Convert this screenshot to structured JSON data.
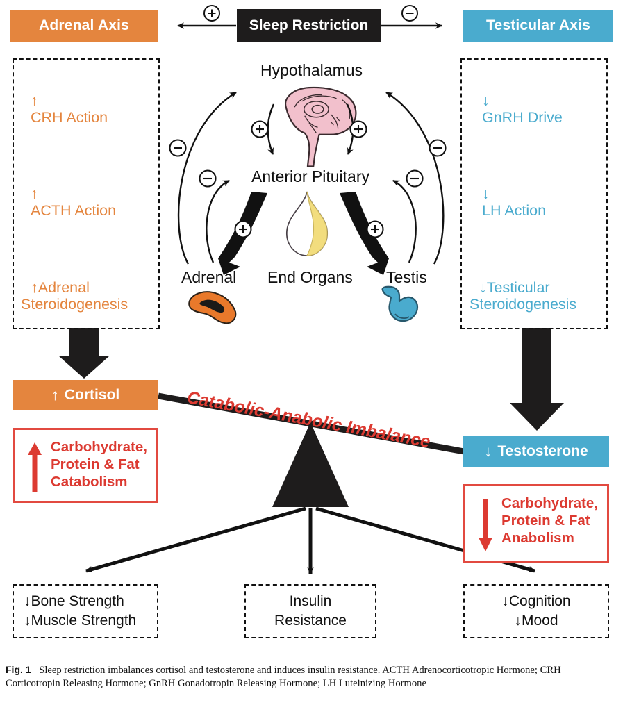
{
  "figure": {
    "caption_label": "Fig. 1",
    "caption_text": "Sleep restriction imbalances cortisol and testosterone and induces insulin resistance. ACTH Adrenocorticotropic Hormone; CRH Corticotropin Releasing Hormone; GnRH Gonadotropin Releasing Hormone; LH Luteinizing Hormone"
  },
  "colors": {
    "adrenal_orange": "#E4853E",
    "testicular_blue": "#4AABCE",
    "red_accent": "#DC3A31",
    "black": "#1E1C1C",
    "brain_pink": "#F2C0CC",
    "pituitary_yellow": "#F2DD7E"
  },
  "header": {
    "left_axis": "Adrenal Axis",
    "center_stimulus": "Sleep Restriction",
    "right_axis": "Testicular Axis",
    "left_sign": "+",
    "right_sign": "−"
  },
  "adrenal_axis": {
    "items": [
      {
        "arrow": "↑",
        "label": "CRH Action"
      },
      {
        "arrow": "↑",
        "label": "ACTH Action"
      },
      {
        "arrow": "↑",
        "label": "Adrenal\nSteroidogenesis"
      }
    ]
  },
  "testicular_axis": {
    "items": [
      {
        "arrow": "↓",
        "label": "GnRH Drive"
      },
      {
        "arrow": "↓",
        "label": "LH Action"
      },
      {
        "arrow": "↓",
        "label": "Testicular\nSteroidogenesis"
      }
    ]
  },
  "center_diagram": {
    "hypothalamus": "Hypothalamus",
    "anterior_pituitary": "Anterior Pituitary",
    "end_organs": "End Organs",
    "adrenal": "Adrenal",
    "testis": "Testis",
    "signs": {
      "hypo_to_pit_left": "+",
      "hypo_to_pit_right": "+",
      "pit_to_adrenal": "+",
      "pit_to_testis": "+",
      "adrenal_to_hypo": "−",
      "adrenal_to_pit": "−",
      "testis_to_hypo": "−",
      "testis_to_pit": "−"
    }
  },
  "outcomes": {
    "cortisol": {
      "arrow": "↑",
      "label": "Cortisol"
    },
    "testosterone": {
      "arrow": "↓",
      "label": "Testosterone"
    },
    "catabolism": {
      "arrow": "↑",
      "label": "Carbohydrate,\nProtein & Fat\nCatabolism"
    },
    "anabolism": {
      "arrow": "↓",
      "label": "Carbohydrate,\nProtein & Fat\nAnabolism"
    },
    "imbalance": "Catabolic-Anabolic Imbalance"
  },
  "downstream": {
    "left": {
      "line1": "↓Bone Strength",
      "line2": "↓Muscle Strength"
    },
    "center": {
      "line1": "Insulin",
      "line2": "Resistance"
    },
    "right": {
      "line1": "↓Cognition",
      "line2": "↓Mood"
    }
  }
}
